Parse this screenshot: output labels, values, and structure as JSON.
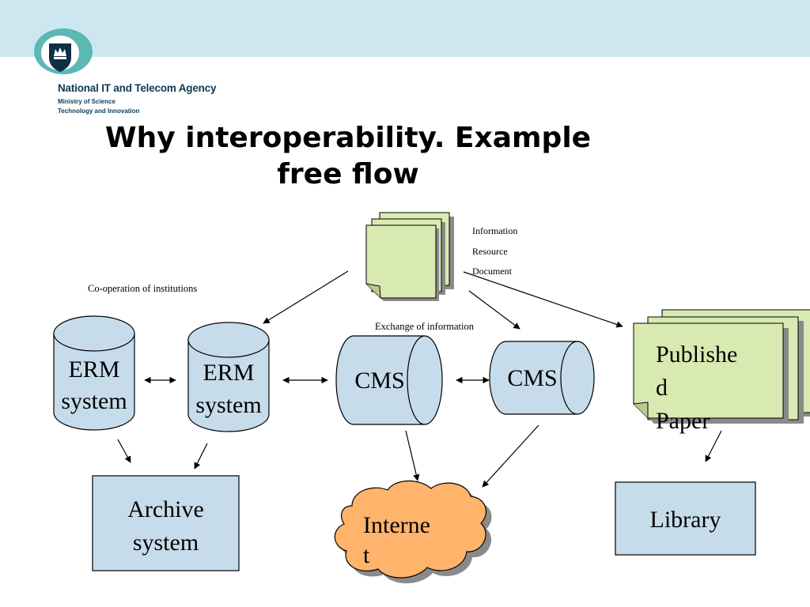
{
  "header": {
    "agency_name": "National IT and Telecom Agency",
    "ministry_line1": "Ministry of Science",
    "ministry_line2": "Technology and Innovation",
    "logo_icon": "crown-shield-icon"
  },
  "slide": {
    "title_line1": "Why interoperability. Example",
    "title_line2": "free flow"
  },
  "diagram": {
    "labels": {
      "cooperation": "Co-operation of institutions",
      "exchange": "Exchange of information",
      "info_line1": "Information",
      "info_line2": "Resource",
      "info_line3": "Document"
    },
    "erm1": {
      "line1": "ERM",
      "line2": "system"
    },
    "erm2": {
      "line1": "ERM",
      "line2": "system"
    },
    "cms1": "CMS",
    "cms2": "CMS",
    "archive": {
      "line1": "Archive",
      "line2": "system"
    },
    "internet": {
      "line1": "Interne",
      "line2": "t"
    },
    "library": "Library",
    "published": {
      "line1": "Publishe",
      "line2": "d",
      "line3": "Paper"
    }
  },
  "colors": {
    "band": "#cce7f0",
    "node_fill": "#c7dcea",
    "doc_fill": "#d8eab1",
    "cloud_fill": "#ffb36b",
    "title_text": "#000000",
    "agency_text": "#0d3a55"
  }
}
